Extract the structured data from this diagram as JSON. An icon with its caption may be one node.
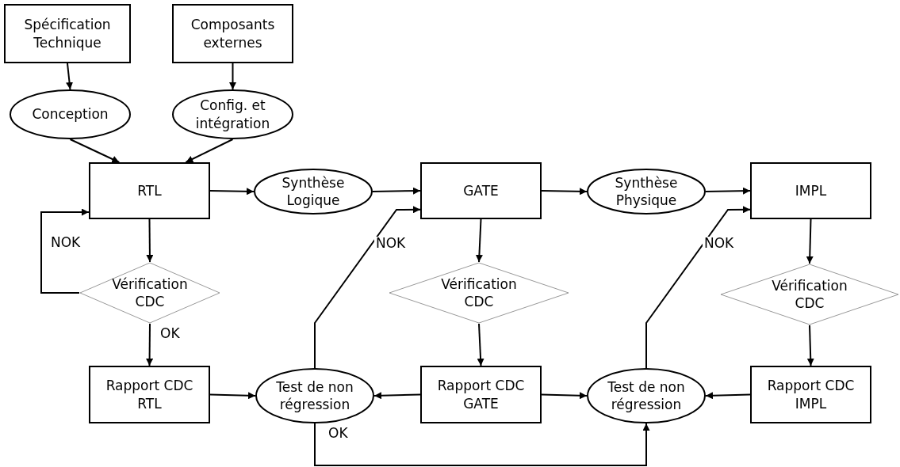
{
  "diagram": {
    "nodes": [
      {
        "text": [
          "Spécification Technique"
        ]
      },
      {
        "text": [
          "Composants externes"
        ]
      },
      {
        "text": [
          "Conception"
        ]
      },
      {
        "text": [
          "Config. et intégration"
        ]
      },
      {
        "text": [
          "RTL"
        ]
      },
      {
        "text": [
          "Synthèse Logique"
        ]
      },
      {
        "text": [
          "GATE"
        ]
      },
      {
        "text": [
          "Synthèse Physique"
        ]
      },
      {
        "text": [
          "IMPL"
        ]
      },
      {
        "text": [
          "Vérification CDC"
        ]
      },
      {
        "text": [
          "Vérification CDC"
        ]
      },
      {
        "text": [
          "Vérification CDC"
        ]
      },
      {
        "text": [
          "Rapport CDC RTL"
        ]
      },
      {
        "text": [
          "Test de non régression"
        ]
      },
      {
        "text": [
          "Rapport CDC GATE"
        ]
      },
      {
        "text": [
          "Test de non régression"
        ]
      },
      {
        "text": [
          "Rapport CDC IMPL"
        ]
      }
    ],
    "edges": [
      {
        "from": 0,
        "to": 2,
        "arrow": "to"
      },
      {
        "from": 1,
        "to": 3,
        "arrow": "to"
      },
      {
        "from": 2,
        "to": 4,
        "arrow": "to"
      },
      {
        "from": 3,
        "to": 4,
        "arrow": "to"
      },
      {
        "from": 4,
        "to": 5,
        "arrow": "to"
      },
      {
        "from": 5,
        "to": 6,
        "arrow": "to"
      },
      {
        "from": 6,
        "to": 7,
        "arrow": "to"
      },
      {
        "from": 7,
        "to": 8,
        "arrow": "to"
      },
      {
        "from": 4,
        "to": 9,
        "arrow": "to"
      },
      {
        "from": 6,
        "to": 10,
        "arrow": "to"
      },
      {
        "from": 8,
        "to": 11,
        "arrow": "to"
      },
      {
        "from": 9,
        "to": 12,
        "arrow": "to",
        "label": "OK"
      },
      {
        "from": 9,
        "to": 4,
        "arrow": "to",
        "label": "NOK"
      },
      {
        "from": 10,
        "to": 14,
        "arrow": "to"
      },
      {
        "from": 11,
        "to": 16,
        "arrow": "to"
      },
      {
        "from": 12,
        "to": 13,
        "arrow": "to"
      },
      {
        "from": 14,
        "to": 13,
        "arrow": "to"
      },
      {
        "from": 14,
        "to": 15,
        "arrow": "to"
      },
      {
        "from": 16,
        "to": 15,
        "arrow": "to"
      },
      {
        "from": 13,
        "to": 6,
        "arrow": "to",
        "label": "NOK"
      },
      {
        "from": 15,
        "to": 8,
        "arrow": "to",
        "label": "NOK"
      },
      {
        "from": 13,
        "to": 15,
        "arrow": "to",
        "label": "OK"
      }
    ]
  }
}
